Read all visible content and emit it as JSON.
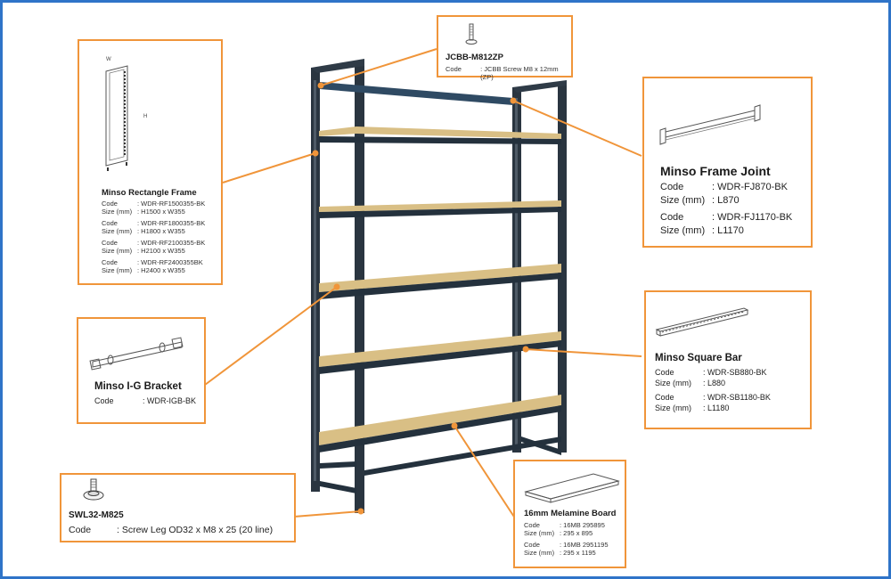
{
  "colors": {
    "border": "#2f74c8",
    "callout": "#f0953a",
    "frame_metal": "#2a3540",
    "wood": "#d9bf85"
  },
  "callouts": {
    "screw": {
      "icon": "screw-icon",
      "title": "JCBB-M812ZP",
      "rows": [
        {
          "key": "Code",
          "value": ": JCBB Screw M8 x 12mm (ZP)"
        }
      ]
    },
    "rectangle_frame": {
      "icon": "rectangle-frame-icon",
      "dim_w": "W",
      "dim_h": "H",
      "title": "Minso Rectangle Frame",
      "entries": [
        {
          "code_key": "Code",
          "code": ": WDR-RF1500355-BK",
          "size_key": "Size (mm)",
          "size": ": H1500 x W355"
        },
        {
          "code_key": "Code",
          "code": ": WDR-RF1800355-BK",
          "size_key": "Size (mm)",
          "size": ": H1800 x W355"
        },
        {
          "code_key": "Code",
          "code": ": WDR-RF2100355-BK",
          "size_key": "Size (mm)",
          "size": ": H2100 x W355"
        },
        {
          "code_key": "Code",
          "code": ": WDR-RF2400355BK",
          "size_key": "Size (mm)",
          "size": ": H2400 x W355"
        }
      ]
    },
    "frame_joint": {
      "icon": "frame-joint-icon",
      "title": "Minso Frame Joint",
      "entries": [
        {
          "code_key": "Code",
          "code": ": WDR-FJ870-BK",
          "size_key": "Size (mm)",
          "size": ": L870"
        },
        {
          "code_key": "Code",
          "code": ": WDR-FJ1170-BK",
          "size_key": "Size (mm)",
          "size": ": L1170"
        }
      ]
    },
    "square_bar": {
      "icon": "square-bar-icon",
      "title": "Minso Square Bar",
      "entries": [
        {
          "code_key": "Code",
          "code": ": WDR-SB880-BK",
          "size_key": "Size (mm)",
          "size": ": L880"
        },
        {
          "code_key": "Code",
          "code": ": WDR-SB1180-BK",
          "size_key": "Size (mm)",
          "size": ": L1180"
        }
      ]
    },
    "ig_bracket": {
      "icon": "ig-bracket-icon",
      "title": "Minso I-G Bracket",
      "rows": [
        {
          "key": "Code",
          "value": ": WDR-IGB-BK"
        }
      ]
    },
    "screw_leg": {
      "icon": "screw-leg-icon",
      "title": "SWL32-M825",
      "rows": [
        {
          "key": "Code",
          "value": ": Screw Leg OD32 x M8 x 25 (20 line)"
        }
      ]
    },
    "melamine_board": {
      "icon": "melamine-board-icon",
      "title": "16mm Melamine Board",
      "entries": [
        {
          "code_key": "Code",
          "code": ": 16MB 295895",
          "size_key": "Size (mm)",
          "size": ": 295 x 895"
        },
        {
          "code_key": "Code",
          "code": ": 16MB 2951195",
          "size_key": "Size (mm)",
          "size": ": 295 x 1195"
        }
      ]
    }
  }
}
